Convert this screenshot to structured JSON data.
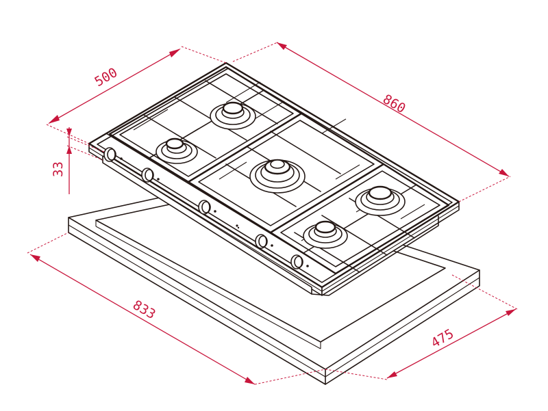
{
  "drawing": {
    "subject": "gas hob with cutout dimensions",
    "units": "mm",
    "line_color": "#231815",
    "dimension_color": "#c8163c",
    "burners": 5,
    "control_knobs": 5
  },
  "dimensions": {
    "depth_top": "500",
    "width_top": "860",
    "height": "33",
    "cutout_width": "833",
    "cutout_depth": "475"
  }
}
